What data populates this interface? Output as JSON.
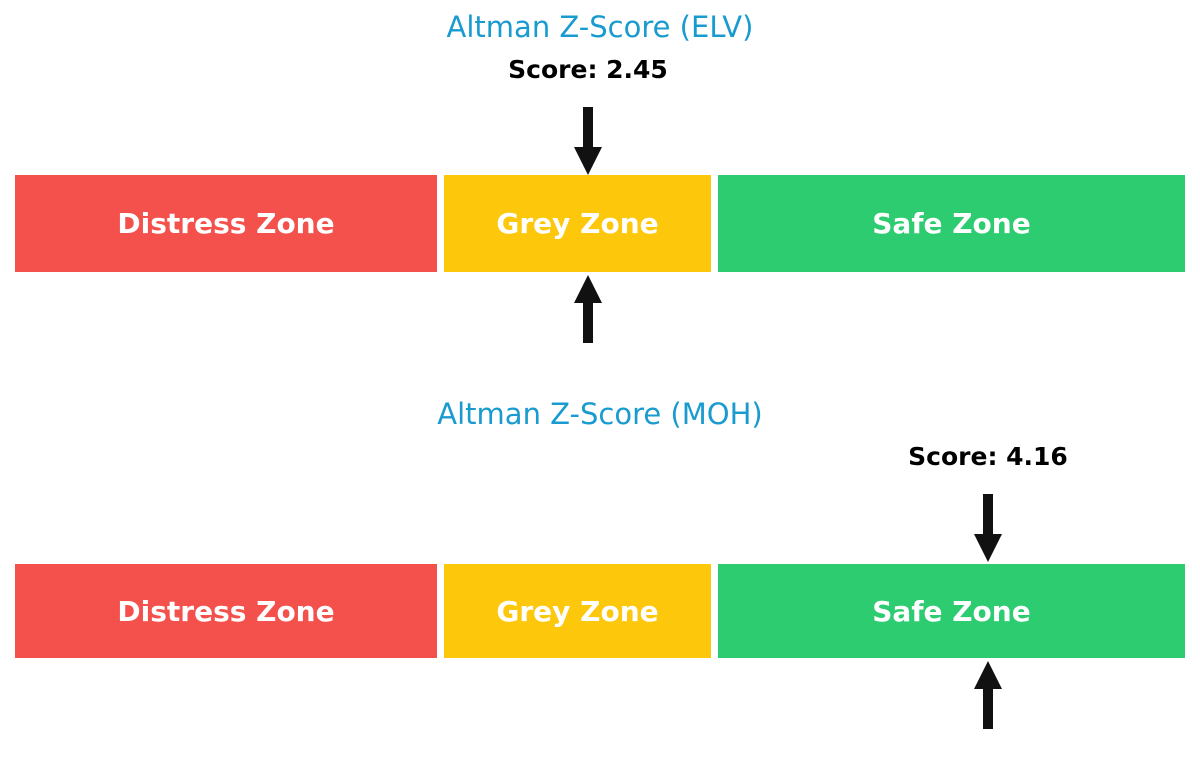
{
  "figure": {
    "background": "#FFFFFF",
    "description_colors": {
      "title_blue": "#1A9BCF",
      "score_text_black": "#000000",
      "distress_red": "#F4504C",
      "grey_yellow": "#FDC70B",
      "safe_green": "#2ECC71",
      "zone_label_white": "#FFFFFF",
      "arrow_black": "#111111"
    }
  },
  "chart_data": [
    {
      "type": "bar",
      "orientation": "horizontal",
      "title": "Altman Z-Score (ELV)",
      "score": 2.45,
      "score_label": "Score: 2.45",
      "marker_zone": "Grey Zone",
      "marker_icons": [
        "down-arrow",
        "up-arrow"
      ],
      "grid": false,
      "legend": false,
      "zones": [
        {
          "label": "Distress Zone",
          "color": "#F4504C",
          "width_fraction": 0.36
        },
        {
          "label": "Grey Zone",
          "color": "#FDC70B",
          "width_fraction": 0.23
        },
        {
          "label": "Safe Zone",
          "color": "#2ECC71",
          "width_fraction": 0.4
        }
      ]
    },
    {
      "type": "bar",
      "orientation": "horizontal",
      "title": "Altman Z-Score (MOH)",
      "score": 4.16,
      "score_label": "Score: 4.16",
      "marker_zone": "Safe Zone",
      "marker_icons": [
        "down-arrow",
        "up-arrow"
      ],
      "grid": false,
      "legend": false,
      "zones": [
        {
          "label": "Distress Zone",
          "color": "#F4504C",
          "width_fraction": 0.36
        },
        {
          "label": "Grey Zone",
          "color": "#FDC70B",
          "width_fraction": 0.23
        },
        {
          "label": "Safe Zone",
          "color": "#2ECC71",
          "width_fraction": 0.4
        }
      ]
    }
  ]
}
